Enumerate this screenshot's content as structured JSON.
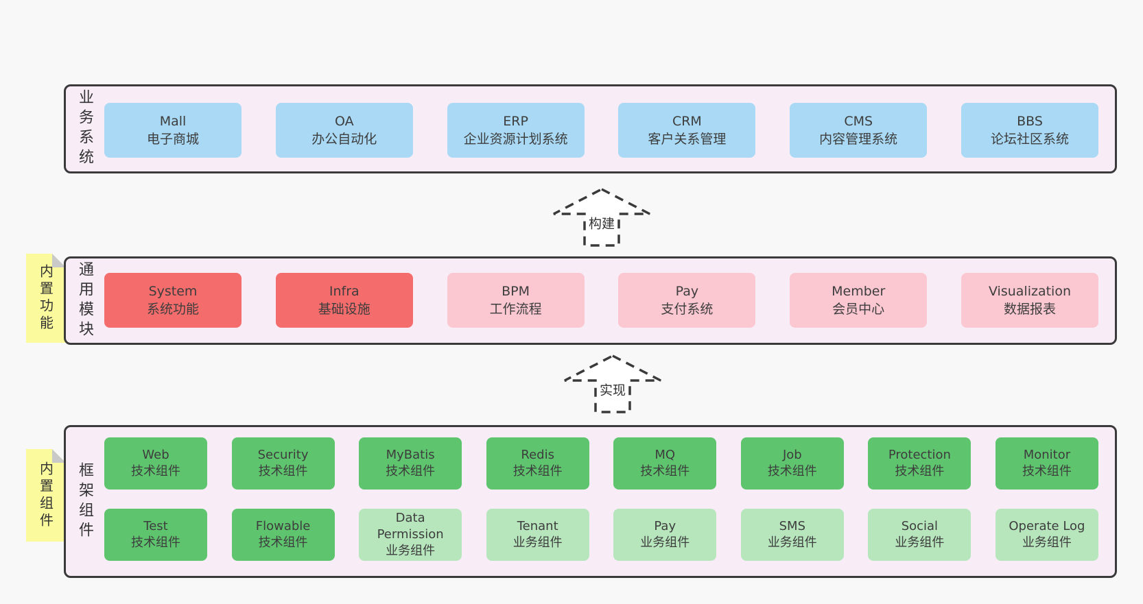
{
  "palette": {
    "page_bg": "#f8f8f8",
    "container_bg": "#f8edf7",
    "container_border": "#3a3a3a",
    "box_text": "#3d3d3d",
    "blue": "#a9d9f4",
    "red": "#f56c6c",
    "pink": "#fbc8d2",
    "green": "#5ec46e",
    "lightgreen": "#b7e6bd",
    "note_bg": "#fbfb9d",
    "note_fold": "#c9c9c9",
    "arrow_stroke": "#3a3a3a",
    "arrow_fill": "#ffffff"
  },
  "layers": {
    "business": {
      "label": "业务系统",
      "boxes": [
        {
          "name": "Mall",
          "desc": "电子商城",
          "type": "blue"
        },
        {
          "name": "OA",
          "desc": "办公自动化",
          "type": "blue"
        },
        {
          "name": "ERP",
          "desc": "企业资源计划系统",
          "type": "blue"
        },
        {
          "name": "CRM",
          "desc": "客户关系管理",
          "type": "blue"
        },
        {
          "name": "CMS",
          "desc": "内容管理系统",
          "type": "blue"
        },
        {
          "name": "BBS",
          "desc": "论坛社区系统",
          "type": "blue"
        }
      ]
    },
    "modules": {
      "label": "通用模块",
      "note": "内置功能",
      "boxes": [
        {
          "name": "System",
          "desc": "系统功能",
          "type": "red"
        },
        {
          "name": "Infra",
          "desc": "基础设施",
          "type": "red"
        },
        {
          "name": "BPM",
          "desc": "工作流程",
          "type": "pink"
        },
        {
          "name": "Pay",
          "desc": "支付系统",
          "type": "pink"
        },
        {
          "name": "Member",
          "desc": "会员中心",
          "type": "pink"
        },
        {
          "name": "Visualization",
          "desc": "数据报表",
          "type": "pink"
        }
      ]
    },
    "framework": {
      "label": "框架组件",
      "note": "内置组件",
      "rows": [
        [
          {
            "name": "Web",
            "desc": "技术组件",
            "type": "green"
          },
          {
            "name": "Security",
            "desc": "技术组件",
            "type": "green"
          },
          {
            "name": "MyBatis",
            "desc": "技术组件",
            "type": "green"
          },
          {
            "name": "Redis",
            "desc": "技术组件",
            "type": "green"
          },
          {
            "name": "MQ",
            "desc": "技术组件",
            "type": "green"
          },
          {
            "name": "Job",
            "desc": "技术组件",
            "type": "green"
          },
          {
            "name": "Protection",
            "desc": "技术组件",
            "type": "green"
          },
          {
            "name": "Monitor",
            "desc": "技术组件",
            "type": "green"
          }
        ],
        [
          {
            "name": "Test",
            "desc": "技术组件",
            "type": "green"
          },
          {
            "name": "Flowable",
            "desc": "技术组件",
            "type": "green"
          },
          {
            "name": "Data Permission",
            "desc": "业务组件",
            "type": "lightgreen"
          },
          {
            "name": "Tenant",
            "desc": "业务组件",
            "type": "lightgreen"
          },
          {
            "name": "Pay",
            "desc": "业务组件",
            "type": "lightgreen"
          },
          {
            "name": "SMS",
            "desc": "业务组件",
            "type": "lightgreen"
          },
          {
            "name": "Social",
            "desc": "业务组件",
            "type": "lightgreen"
          },
          {
            "name": "Operate Log",
            "desc": "业务组件",
            "type": "lightgreen"
          }
        ]
      ]
    }
  },
  "arrows": [
    {
      "label": "构建"
    },
    {
      "label": "实现"
    }
  ]
}
